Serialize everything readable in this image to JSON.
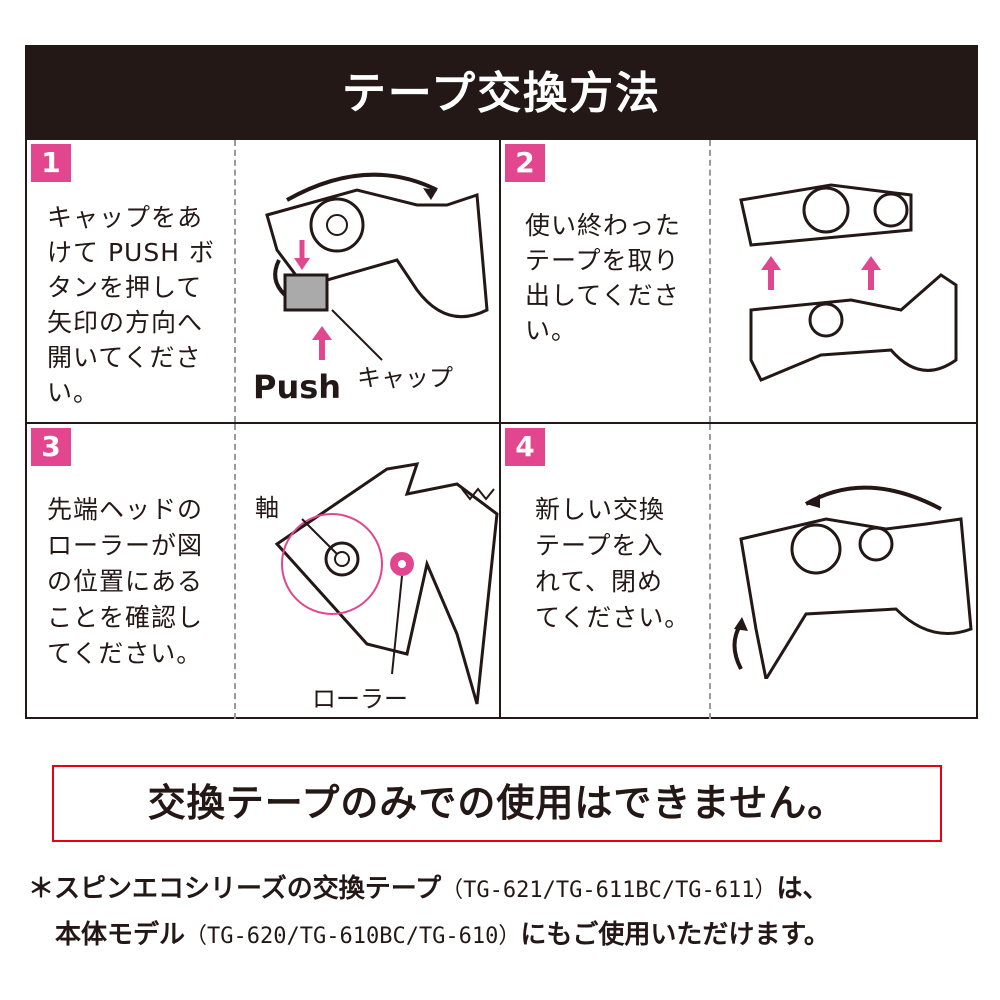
{
  "header": {
    "title": "テープ交換方法"
  },
  "steps": [
    {
      "number": "1",
      "text": "キャップをあ\nけて PUSH ボ\nタンを押して\n矢印の方向へ\n開いてくださ\nい。",
      "labels": {
        "push": "Push",
        "cap": "キャップ"
      }
    },
    {
      "number": "2",
      "text": "使い終わった\nテープを取り\n出してくださ\nい。"
    },
    {
      "number": "3",
      "text": "先端ヘッドの\nローラーが図\nの位置にある\nことを確認し\nてください。",
      "labels": {
        "axis": "軸",
        "roller": "ローラー"
      }
    },
    {
      "number": "4",
      "text": "新しい交換\nテープを入\nれて、閉め\nてください。"
    }
  ],
  "warning": "交換テープのみでの使用はできません。",
  "note": {
    "line1_a": "＊スピンエコシリーズの交換テープ",
    "line1_models": "（TG-621/TG-611BC/TG-611）",
    "line1_b": "は、",
    "line2_a": "本体モデル",
    "line2_models": "（TG-620/TG-610BC/TG-610）",
    "line2_b": "にもご使用いただけます。"
  },
  "colors": {
    "dark": "#231815",
    "accent": "#e2468e",
    "warning_border": "#e60012"
  }
}
